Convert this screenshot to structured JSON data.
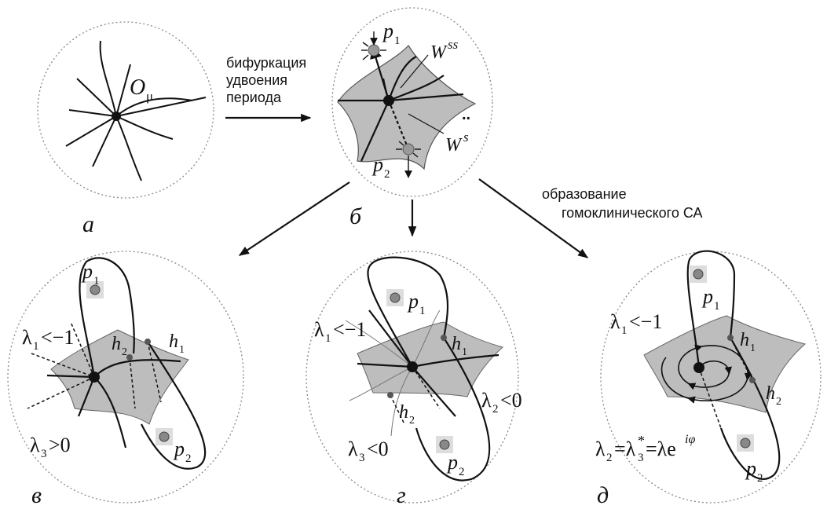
{
  "arrow_labels": {
    "top": [
      "бифуркация",
      "удвоения",
      "периода"
    ],
    "right": [
      "образование",
      "гомоклинического СА"
    ]
  },
  "captions": {
    "a": "а",
    "b": "б",
    "v": "в",
    "g": "г",
    "d": "д"
  },
  "panel_a": {
    "o_main": "O",
    "o_sub": "μ"
  },
  "panel_b": {
    "p1_main": "p",
    "p1_sub": "1",
    "p2_main": "p",
    "p2_sub": "2",
    "wss_main": "W",
    "wss_sup": "ss",
    "ws_main": "W",
    "ws_sup": "s"
  },
  "panel_v": {
    "p1_main": "p",
    "p1_sub": "1",
    "p2_main": "p",
    "p2_sub": "2",
    "h1_main": "h",
    "h1_sub": "1",
    "h2_main": "h",
    "h2_sub": "2",
    "l1_main": "λ",
    "l1_sub": "1",
    "l1_rest": "<−1",
    "l3_main": "λ",
    "l3_sub": "3",
    "l3_rest": ">0"
  },
  "panel_g": {
    "p1_main": "p",
    "p1_sub": "1",
    "p2_main": "p",
    "p2_sub": "2",
    "h1_main": "h",
    "h1_sub": "1",
    "h2_main": "h",
    "h2_sub": "2",
    "l1_main": "λ",
    "l1_sub": "1",
    "l1_rest": "<−1",
    "l2_main": "λ",
    "l2_sub": "2",
    "l2_rest": "<0",
    "l3_main": "λ",
    "l3_sub": "3",
    "l3_rest": "<0"
  },
  "panel_d": {
    "p1_main": "p",
    "p1_sub": "1",
    "p2_main": "p",
    "p2_sub": "2",
    "h1_main": "h",
    "h1_sub": "1",
    "h2_main": "h",
    "h2_sub": "2",
    "l1_main": "λ",
    "l1_sub": "1",
    "l1_rest": "<−1",
    "l2_main": "λ",
    "l2_sub": "2",
    "eq_mid": "=λ",
    "l3_sub": "3",
    "l3_sup": "*",
    "eq_tail": "=λe",
    "exp": "iφ"
  }
}
